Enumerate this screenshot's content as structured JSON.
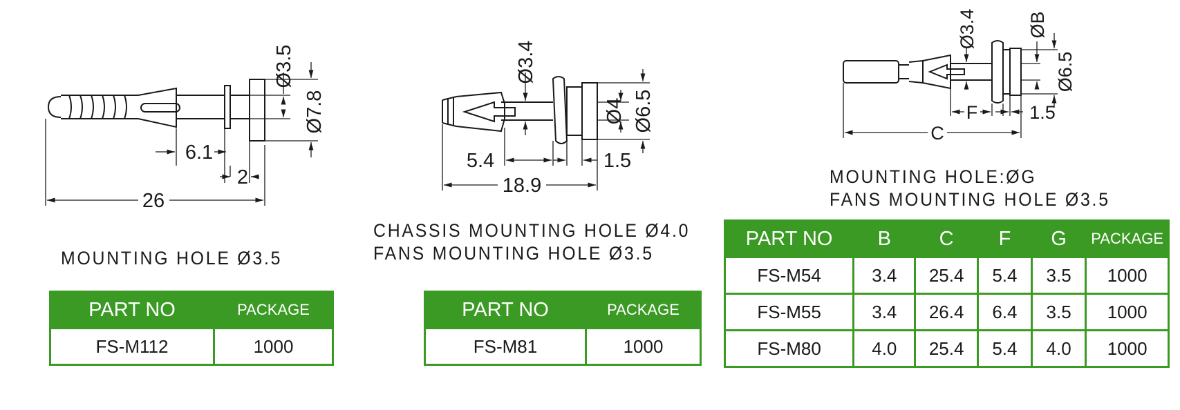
{
  "drawings": {
    "fs_m112": {
      "dia_a": "Ø3.5",
      "dia_b": "Ø7.8",
      "len_a": "6.1",
      "len_b": "2",
      "len_total": "26"
    },
    "fs_m81": {
      "dia_a": "Ø3.4",
      "dia_b": "Ø4",
      "dia_c": "Ø6.5",
      "len_a": "5.4",
      "len_b": "1.5",
      "len_total": "18.9"
    },
    "fs_m54": {
      "dia_a": "Ø3.4",
      "dia_b": "ØB",
      "dia_c": "Ø6.5",
      "len_f": "F",
      "len_b": "1.5",
      "len_c": "C"
    }
  },
  "notes": {
    "left": [
      "MOUNTING HOLE Ø3.5"
    ],
    "middle": [
      "CHASSIS MOUNTING HOLE Ø4.0",
      "FANS MOUNTING HOLE Ø3.5"
    ],
    "right": [
      "MOUNTING HOLE:ØG",
      "FANS MOUNTING HOLE Ø3.5"
    ]
  },
  "tables": {
    "left": {
      "headers": [
        "PART NO",
        "PACKAGE"
      ],
      "rows": [
        [
          "FS-M112",
          "1000"
        ]
      ]
    },
    "middle": {
      "headers": [
        "PART NO",
        "PACKAGE"
      ],
      "rows": [
        [
          "FS-M81",
          "1000"
        ]
      ]
    },
    "right": {
      "headers": [
        "PART NO",
        "B",
        "C",
        "F",
        "G",
        "PACKAGE"
      ],
      "rows": [
        [
          "FS-M54",
          "3.4",
          "25.4",
          "5.4",
          "3.5",
          "1000"
        ],
        [
          "FS-M55",
          "3.4",
          "26.4",
          "6.4",
          "3.5",
          "1000"
        ],
        [
          "FS-M80",
          "4.0",
          "25.4",
          "5.4",
          "4.0",
          "1000"
        ]
      ]
    }
  },
  "colors": {
    "header_green": "#3a9a23",
    "line": "#1a1a1a"
  }
}
